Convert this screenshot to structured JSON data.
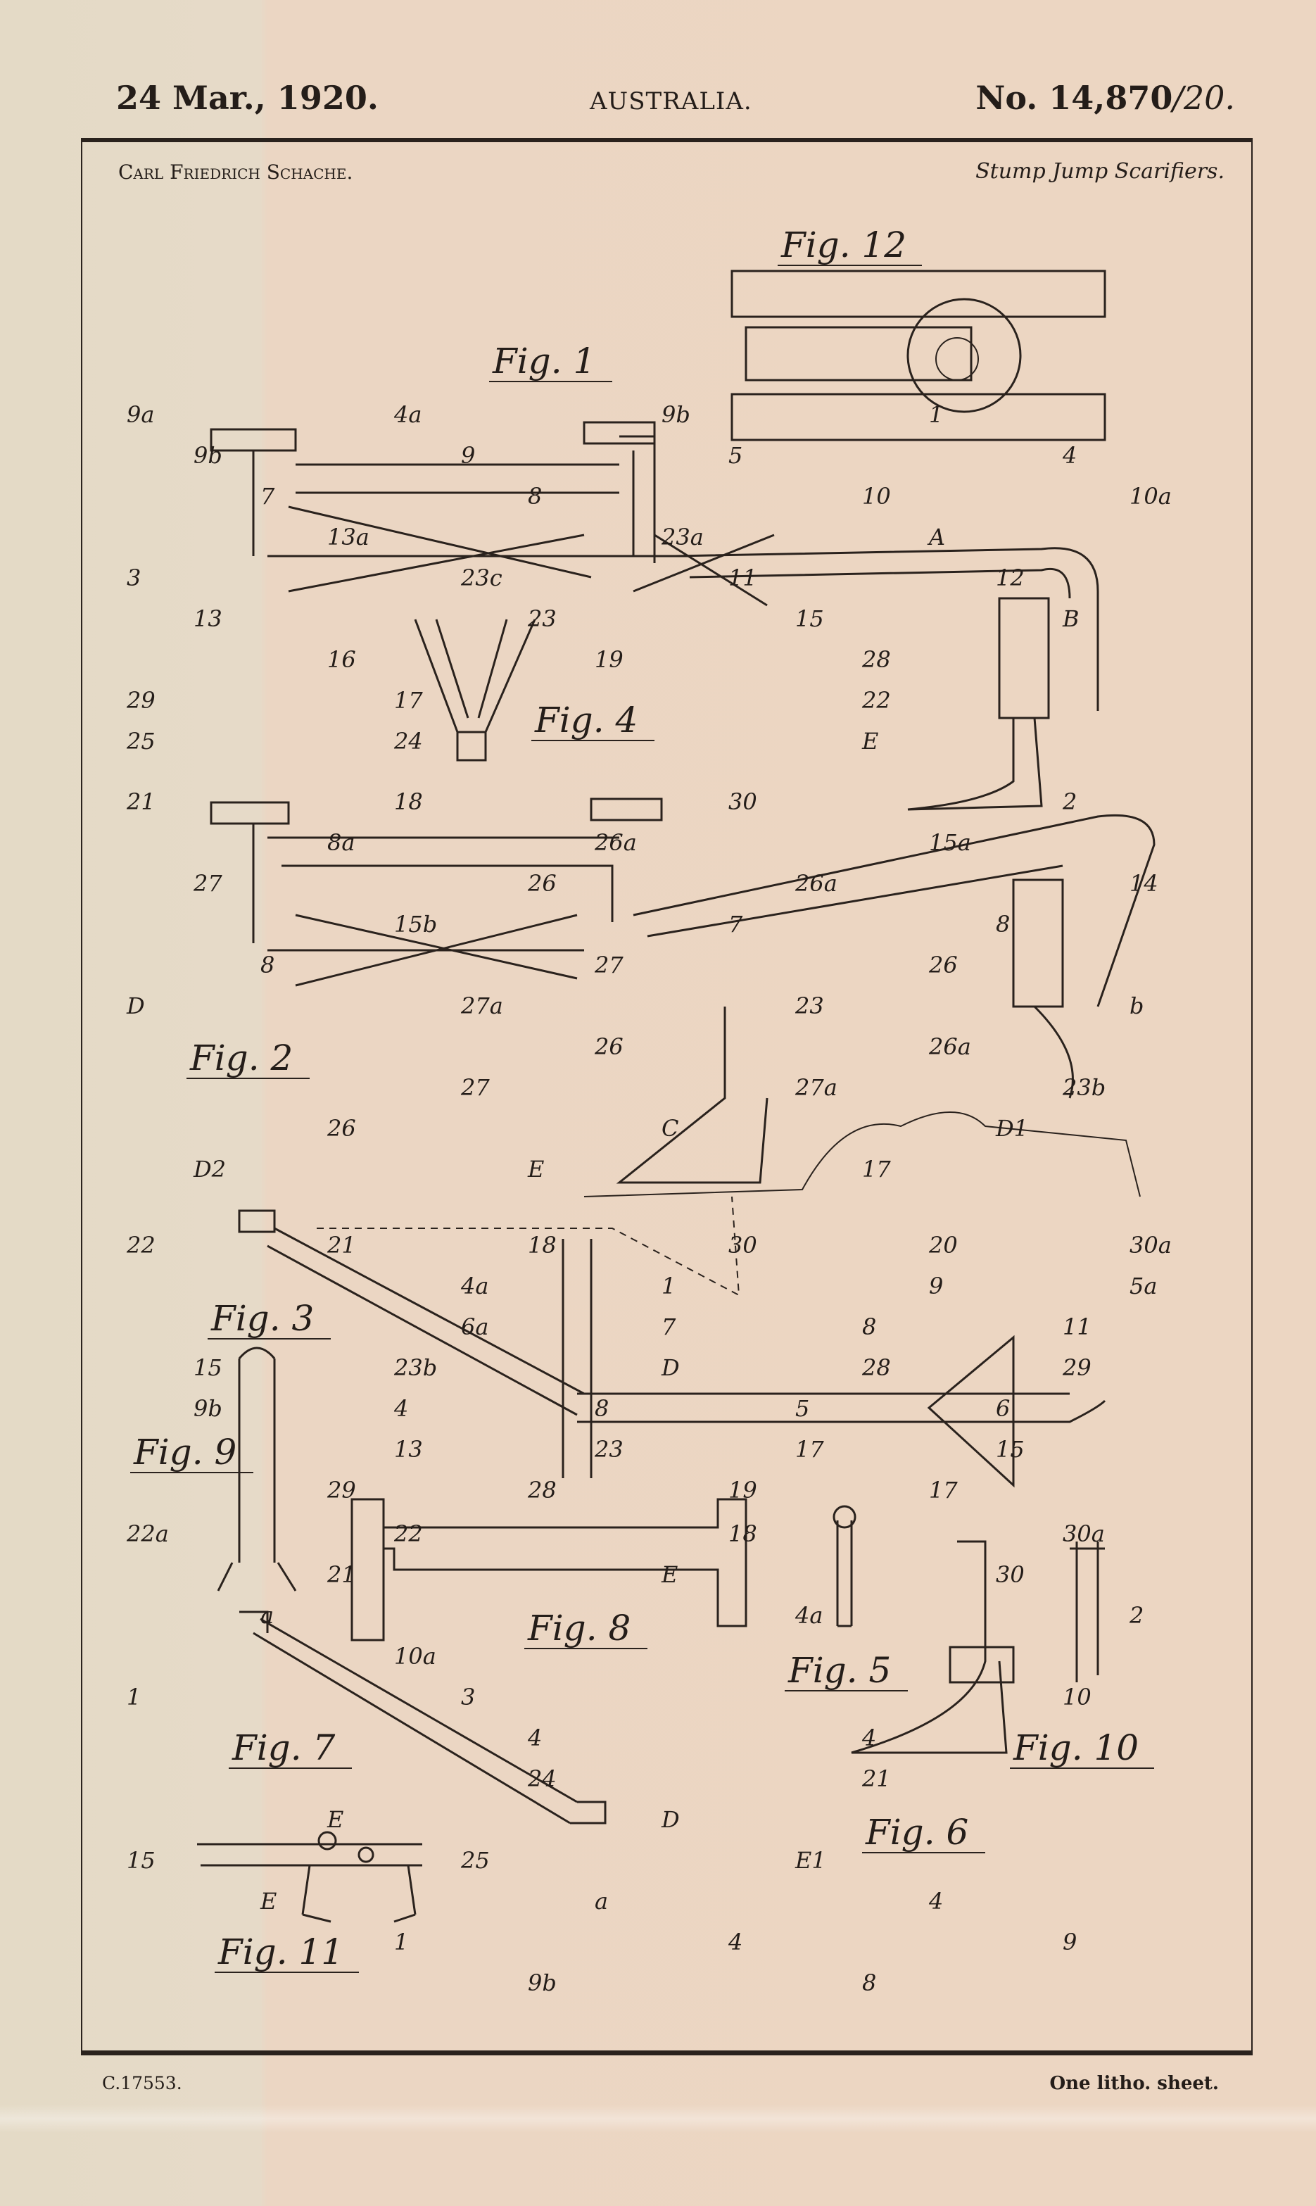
{
  "header": {
    "date": "24 Mar., 1920.",
    "country": "AUSTRALIA.",
    "number": "No. 14,870",
    "number_suffix": "/20."
  },
  "title_row": {
    "inventor": "Carl Friedrich Schache.",
    "subject": "Stump Jump Scarifiers."
  },
  "footer": {
    "code": "C.17553.",
    "sheet": "One litho. sheet."
  },
  "figures": [
    "Fig. 1",
    "Fig. 12",
    "Fig. 4",
    "Fig. 2",
    "Fig. 3",
    "Fig. 9",
    "Fig. 8",
    "Fig. 5",
    "Fig. 7",
    "Fig. 10",
    "Fig. 6",
    "Fig. 11"
  ],
  "reference_numerals": [
    "9a",
    "4a",
    "9b",
    "1",
    "9b",
    "9",
    "5",
    "4",
    "7",
    "8",
    "10",
    "10a",
    "13a",
    "23a",
    "A",
    "3",
    "23c",
    "11",
    "12",
    "13",
    "23",
    "15",
    "B",
    "16",
    "19",
    "28",
    "29",
    "17",
    "22",
    "25",
    "24",
    "E",
    "21",
    "18",
    "30",
    "2",
    "8a",
    "26a",
    "15a",
    "27",
    "26",
    "26a",
    "14",
    "15b",
    "7",
    "8",
    "8",
    "27",
    "26",
    "D",
    "27a",
    "23",
    "b",
    "26",
    "26a",
    "27",
    "27a",
    "23b",
    "26",
    "C",
    "D1",
    "D2",
    "E",
    "17",
    "22",
    "21",
    "18",
    "30",
    "20",
    "30a",
    "4a",
    "1",
    "9",
    "5a",
    "6a",
    "7",
    "8",
    "11",
    "15",
    "23b",
    "D",
    "28",
    "29",
    "9b",
    "4",
    "8",
    "5",
    "6",
    "13",
    "23",
    "17",
    "15",
    "29",
    "28",
    "19",
    "17",
    "22a",
    "22",
    "18",
    "30a",
    "21",
    "E",
    "30",
    "a",
    "4a",
    "2",
    "10a",
    "1",
    "3",
    "10",
    "4",
    "4",
    "24",
    "21",
    "E",
    "D",
    "15",
    "25",
    "E1",
    "E",
    "a",
    "4",
    "1",
    "4",
    "9",
    "9b",
    "8"
  ]
}
